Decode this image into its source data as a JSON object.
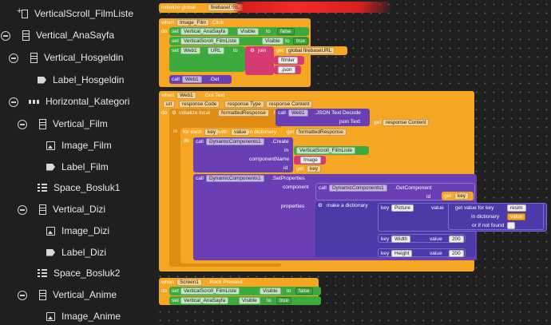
{
  "colors": {
    "orange": "#f5a623",
    "dark_orange": "#e08b12",
    "green": "#3daa3d",
    "purple": "#6b3fb4",
    "blue_purple": "#4b3aa8",
    "pink": "#d63a72",
    "yellow": "#f0d95a",
    "white_chip": "#eeeeee"
  },
  "sidebar": {
    "items": [
      {
        "label": "VerticalScroll_FilmListe",
        "icon": "vertical-scroll-icon"
      },
      {
        "label": "Vertical_AnaSayfa",
        "icon": "vertical-arrangement-icon"
      },
      {
        "label": "Vertical_Hosgeldin",
        "icon": "vertical-arrangement-icon"
      },
      {
        "label": "Label_Hosgeldin",
        "icon": "label-icon"
      },
      {
        "label": "Horizontal_Kategori",
        "icon": "horizontal-arrangement-icon"
      },
      {
        "label": "Vertical_Film",
        "icon": "vertical-arrangement-icon"
      },
      {
        "label": "Image_Film",
        "icon": "image-icon"
      },
      {
        "label": "Label_Film",
        "icon": "label-icon"
      },
      {
        "label": "Space_Bosluk1",
        "icon": "space-icon"
      },
      {
        "label": "Vertical_Dizi",
        "icon": "vertical-arrangement-icon"
      },
      {
        "label": "Image_Dizi",
        "icon": "image-icon"
      },
      {
        "label": "Label_Dizi",
        "icon": "label-icon"
      },
      {
        "label": "Space_Bosluk2",
        "icon": "space-icon"
      },
      {
        "label": "Vertical_Anime",
        "icon": "vertical-arrangement-icon"
      },
      {
        "label": "Image_Anime",
        "icon": "image-icon"
      }
    ]
  },
  "blocks": {
    "global": {
      "prefix": "initialize global",
      "name": "firebaseURL",
      "to": "to"
    },
    "click": {
      "when": "when",
      "comp": "Image_Film",
      "event": ".Click",
      "do": "do",
      "set1": {
        "set": "set",
        "comp": "Vertical_AnaSayfa",
        "prop": "Visible",
        "to": "to",
        "val": "false"
      },
      "set2": {
        "set": "set",
        "comp": "VerticalScroll_FilmListe",
        "prop": "Visible",
        "to": "to",
        "val": "true"
      },
      "set3": {
        "set": "set",
        "comp": "Web1",
        "prop": "URL",
        "to": "to"
      },
      "join": "join",
      "get": "get",
      "get_var": "global firebaseURL",
      "str1": "filmler",
      "str2": ".json",
      "call": "call",
      "call_comp": "Web1",
      "call_method": ".Get"
    },
    "gottext": {
      "when": "when",
      "comp": "Web1",
      "event": ".Got Text",
      "params": [
        "url",
        "response Code",
        "response Type",
        "response Content"
      ],
      "do": "do",
      "init": "initialize local",
      "local_name": "formattedResponse",
      "to": "to",
      "call": "call",
      "web": "Web1",
      "json_method": ".JSON Text Decode",
      "json_text": "json Text",
      "get": "get",
      "response_content": "response Content",
      "in": "in",
      "for_each": "for each",
      "key": "key",
      "with": "with",
      "value": "value",
      "in_dict": "in dictionary",
      "formatted": "formattedResponse",
      "dyn": "DynamicComponents1",
      "create": ".Create",
      "in_lbl": "in",
      "in_val": "VerticalScroll_FilmListe",
      "comp_name": "componentName",
      "comp_val": "Image",
      "id": "id",
      "get_key": "key",
      "set_props": ".SetProperties",
      "component": "component",
      "get_component": ".GetComponent",
      "properties": "properties",
      "make_dict": "make a dictionary",
      "pair_key": "key",
      "picture": "Picture",
      "value_lbl": "value",
      "get_value_for_key": "get value for key",
      "resim": "resim",
      "in_dictionary": "in dictionary",
      "get_value": "value",
      "not_found": "or if not found",
      "width": "Width",
      "width_val": "200",
      "height": "Height",
      "height_val": "200"
    },
    "back": {
      "when": "when",
      "comp": "Screen1",
      "event": ".Back Pressed",
      "do": "do",
      "set1": {
        "set": "set",
        "comp": "VerticalScroll_FilmListe",
        "prop": "Visible",
        "to": "to",
        "val": "false"
      },
      "set2": {
        "set": "set",
        "comp": "Vertical_AnaSayfa",
        "prop": "Visible",
        "to": "to",
        "val": "true"
      }
    }
  }
}
